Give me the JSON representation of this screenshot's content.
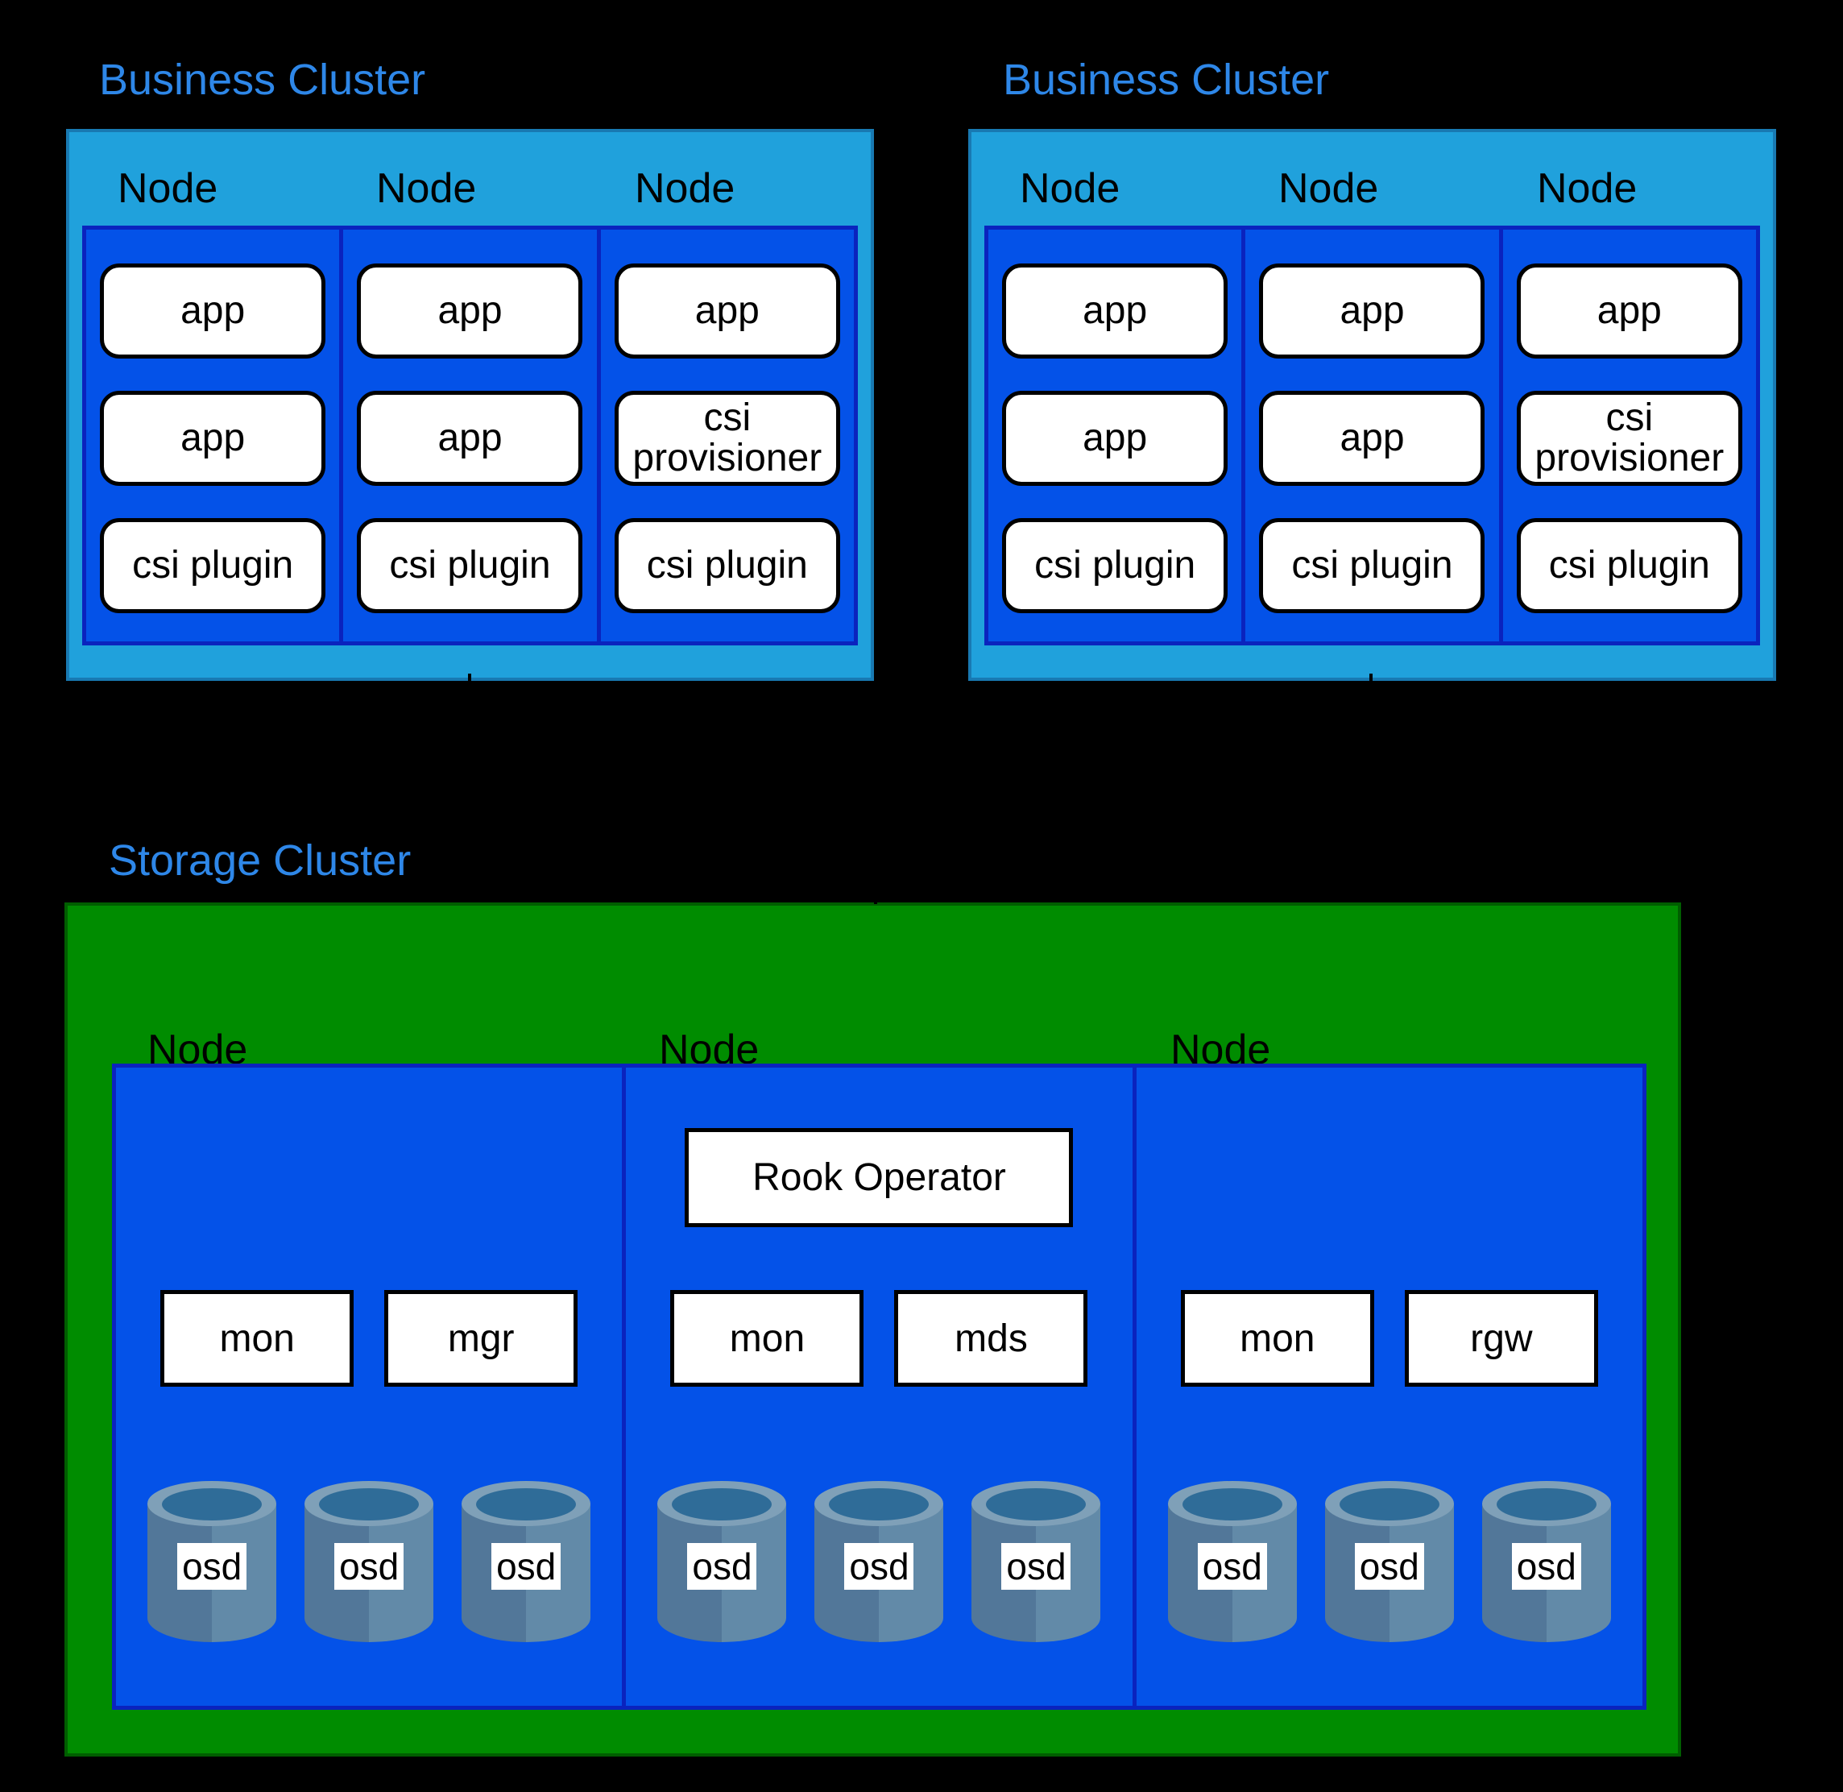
{
  "colors": {
    "background": "#000000",
    "title_text": "#2E87E8",
    "business_cluster_fill": "#20A1DC",
    "business_cluster_border": "#1879B2",
    "node_box_fill": "#0452E8",
    "node_box_border": "#0A23BE",
    "storage_cluster_fill": "#008C00",
    "storage_cluster_border": "#005E00",
    "pod_fill": "#FFFFFF",
    "pod_border": "#000000",
    "cylinder_left": "#527799",
    "cylinder_right": "#628AA8",
    "cylinder_rim": "#7FA0B8",
    "cylinder_hole": "#2F6C98"
  },
  "business_clusters": [
    {
      "title": "Business Cluster",
      "nodes": [
        {
          "label": "Node",
          "pods": [
            "app",
            "app",
            "csi plugin"
          ]
        },
        {
          "label": "Node",
          "pods": [
            "app",
            "app",
            "csi plugin"
          ]
        },
        {
          "label": "Node",
          "pods": [
            "app",
            "csi provisioner",
            "csi plugin"
          ]
        }
      ]
    },
    {
      "title": "Business Cluster",
      "nodes": [
        {
          "label": "Node",
          "pods": [
            "app",
            "app",
            "csi plugin"
          ]
        },
        {
          "label": "Node",
          "pods": [
            "app",
            "app",
            "csi plugin"
          ]
        },
        {
          "label": "Node",
          "pods": [
            "app",
            "csi provisioner",
            "csi plugin"
          ]
        }
      ]
    }
  ],
  "storage_cluster": {
    "title": "Storage Cluster",
    "nodes": [
      {
        "label": "Node",
        "operator": "",
        "daemons": [
          "mon",
          "mgr"
        ],
        "osds": [
          "osd",
          "osd",
          "osd"
        ]
      },
      {
        "label": "Node",
        "operator": "Rook Operator",
        "daemons": [
          "mon",
          "mds"
        ],
        "osds": [
          "osd",
          "osd",
          "osd"
        ]
      },
      {
        "label": "Node",
        "operator": "",
        "daemons": [
          "mon",
          "rgw"
        ],
        "osds": [
          "osd",
          "osd",
          "osd"
        ]
      }
    ]
  }
}
